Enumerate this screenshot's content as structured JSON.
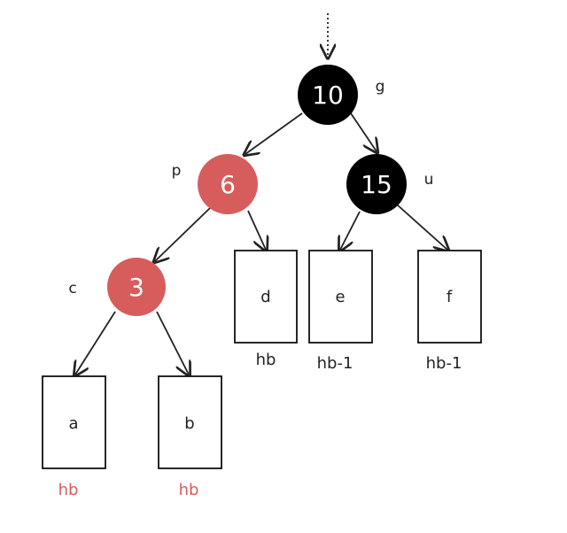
{
  "colors": {
    "black_node": "#000000",
    "red_node": "#d75d5d",
    "red_text": "#d75d5d",
    "dark_text": "#222222",
    "line": "#222222",
    "box_border": "#111111"
  },
  "tree": {
    "nodes": {
      "g": {
        "value": "10",
        "label": "g",
        "color": "black"
      },
      "p": {
        "value": "6",
        "label": "p",
        "color": "red"
      },
      "u": {
        "value": "15",
        "label": "u",
        "color": "black"
      },
      "c": {
        "value": "3",
        "label": "c",
        "color": "red"
      }
    },
    "subtrees": {
      "a": {
        "label": "a",
        "height": "hb",
        "height_color": "red"
      },
      "b": {
        "label": "b",
        "height": "hb",
        "height_color": "red"
      },
      "d": {
        "label": "d",
        "height": "hb",
        "height_color": "dark"
      },
      "e": {
        "label": "e",
        "height": "hb-1",
        "height_color": "dark"
      },
      "f": {
        "label": "f",
        "height": "hb-1",
        "height_color": "dark"
      }
    }
  }
}
